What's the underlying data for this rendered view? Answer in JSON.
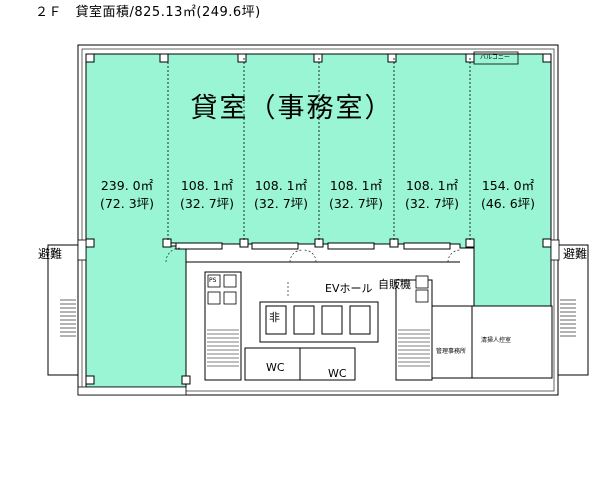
{
  "title": "２Ｆ　貸室面積/825.13㎡(249.6坪)",
  "main_label": "貸室（事務室）",
  "units": [
    {
      "area": "239. 0㎡",
      "tsubo": "(72. 3坪)"
    },
    {
      "area": "108. 1㎡",
      "tsubo": "(32. 7坪)"
    },
    {
      "area": "108. 1㎡",
      "tsubo": "(32. 7坪)"
    },
    {
      "area": "108. 1㎡",
      "tsubo": "(32. 7坪)"
    },
    {
      "area": "108. 1㎡",
      "tsubo": "(32. 7坪)"
    },
    {
      "area": "154. 0㎡",
      "tsubo": "(46. 6坪)"
    }
  ],
  "labels": {
    "balcony": "バルコニー",
    "evacuation_left": "避難",
    "evacuation_right": "避難",
    "ev_hall": "EVホール",
    "vending": "自販機",
    "emergency": "非",
    "wc_left": "WC",
    "wc_right": "WC",
    "ps": "PS",
    "management_office": "管理事務所",
    "cleaning_room": "清掃人控室"
  },
  "colors": {
    "rental": "#99f5d3",
    "wall": "#000000",
    "background": "#ffffff"
  }
}
